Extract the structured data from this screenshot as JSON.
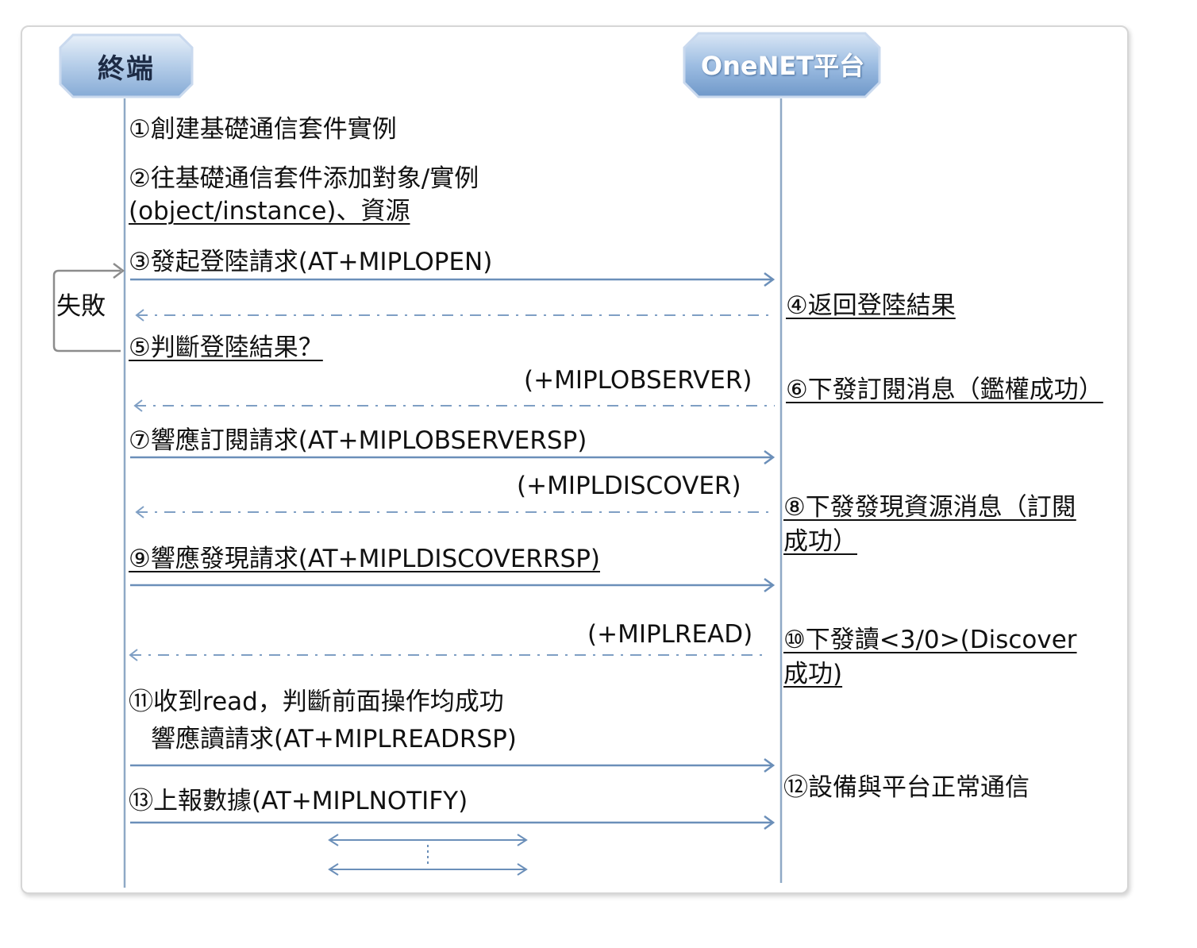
{
  "participants": {
    "terminal": "終端",
    "platform": "OneNET平台"
  },
  "colors": {
    "lifeline": "#8fa9c6",
    "arrow": "#6b8fb9",
    "dashed": "#7f9fc4",
    "header_top": "#dfeaf7",
    "header_bottom": "#8db1da",
    "header_stroke": "#c3d4ea"
  },
  "left_steps": {
    "s1": "①創建基礎通信套件實例",
    "s2_line1": "②往基礎通信套件添加對象/實例",
    "s2_line2": "(object/instance)、資源",
    "s3": "③發起登陸請求(AT+MIPLOPEN)",
    "fail": "失敗",
    "s5": "⑤判斷登陸結果？",
    "s7": "⑦響應訂閱請求(AT+MIPLOBSERVERSP)",
    "s9": "⑨響應發現請求(AT+MIPLDISCOVERRSP)",
    "s11_line1": "⑪收到read，判斷前面操作均成功",
    "s11_line2": "響應讀請求(AT+MIPLREADRSP)",
    "s13": "⑬上報數據(AT+MIPLNOTIFY)"
  },
  "commands": {
    "observe": "(+MIPLOBSERVER)",
    "discover": "(+MIPLDISCOVER)",
    "read": "(+MIPLREAD)"
  },
  "right_steps": {
    "s4": "④返回登陸結果",
    "s6": "⑥下發訂閱消息（鑑權成功）",
    "s8_line1": "⑧下發發現資源消息（訂閱",
    "s8_line2": "成功）",
    "s10_line1": "⑩下發讀<3/0>(Discover",
    "s10_line2": "成功)",
    "s12": "⑫設備與平台正常通信"
  }
}
